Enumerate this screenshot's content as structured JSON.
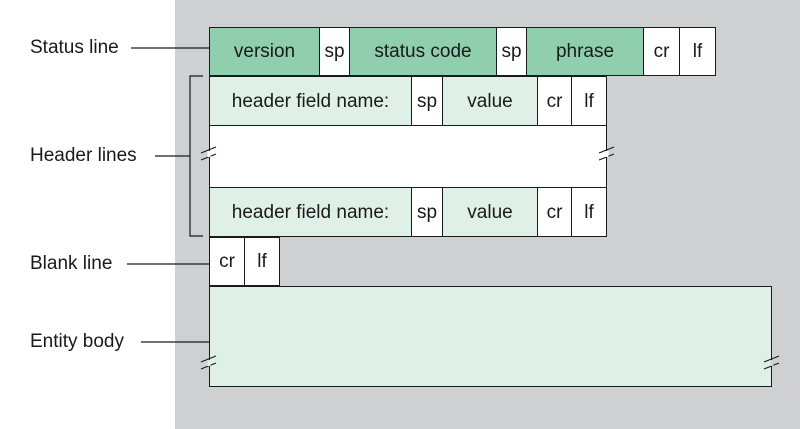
{
  "labels": {
    "status_line": "Status line",
    "header_lines": "Header lines",
    "blank_line": "Blank line",
    "entity_body": "Entity body"
  },
  "status_row": {
    "version": "version",
    "sp1": "sp",
    "status_code": "status code",
    "sp2": "sp",
    "phrase": "phrase",
    "cr": "cr",
    "lf": "lf"
  },
  "header_row_1": {
    "field_name": "header field name:",
    "sp": "sp",
    "value": "value",
    "cr": "cr",
    "lf": "lf"
  },
  "header_row_2": {
    "field_name": "header field name:",
    "sp": "sp",
    "value": "value",
    "cr": "cr",
    "lf": "lf"
  },
  "blank_row": {
    "cr": "cr",
    "lf": "lf"
  },
  "colors": {
    "panel": "#cfd0d2",
    "dark_green": "#8fcfae",
    "light_green": "#dff0e7"
  }
}
